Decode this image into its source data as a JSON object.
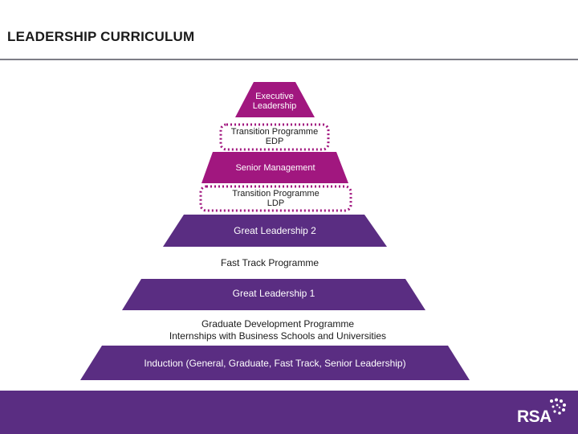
{
  "header": {
    "title": "LEADERSHIP CURRICULUM"
  },
  "pyramid": {
    "executive": [
      "Executive",
      "Leadership"
    ],
    "transition_edp": [
      "Transition Programme",
      "EDP"
    ],
    "senior_management": "Senior Management",
    "transition_ldp": [
      "Transition Programme",
      "LDP"
    ],
    "great_leadership_2": "Great Leadership 2",
    "fast_track": "Fast Track Programme",
    "great_leadership_1": "Great Leadership 1",
    "graduate": [
      "Graduate Development Programme",
      "Internships with Business Schools and Universities"
    ],
    "induction": "Induction (General, Graduate, Fast Track, Senior Leadership)"
  },
  "footer": {
    "logo_text": "RSA"
  },
  "colors": {
    "magenta": "#a1177f",
    "purple": "#5a2d82",
    "dotted_border": "#a1177f"
  }
}
